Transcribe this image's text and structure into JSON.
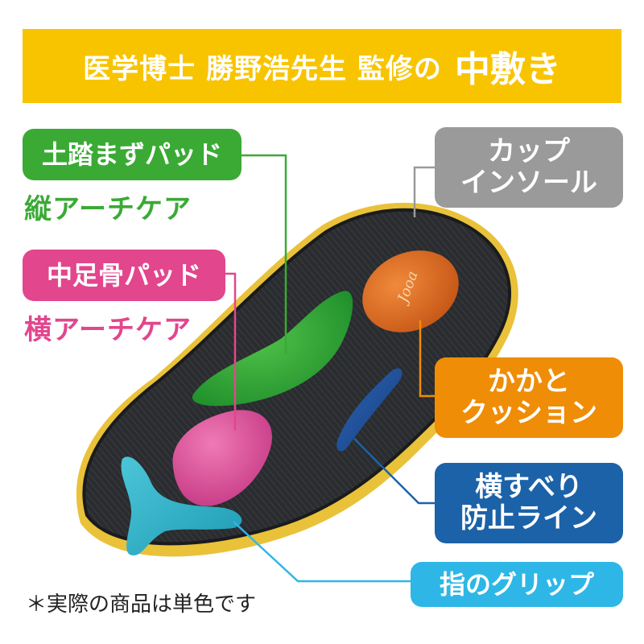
{
  "banner": {
    "title_main": "医学博士 勝野浩先生 監修の",
    "title_emph": "中敷き"
  },
  "labels": {
    "doseki_pad": "土踏まずパッド",
    "tate_arch": "縦アーチケア",
    "chusokukotsu_pad": "中足骨パッド",
    "yoko_arch": "横アーチケア",
    "cup_line1": "カップ",
    "cup_line2": "インソール",
    "heel_line1": "かかと",
    "heel_line2": "クッション",
    "slip_line1": "横すべり",
    "slip_line2": "防止ライン",
    "toe_grip": "指のグリップ"
  },
  "heel_logo_text": "Jooa",
  "note": "＊実際の商品は単色です",
  "colors": {
    "banner": "#f8c400",
    "green": "#3aaa35",
    "pink": "#e2468d",
    "gray": "#9a9a9a",
    "orange": "#ef8d06",
    "blue": "#1c62a8",
    "cyan": "#2eb7e6",
    "insole_body": "#2a2c2f",
    "insole_edge": "#e9c23a"
  }
}
